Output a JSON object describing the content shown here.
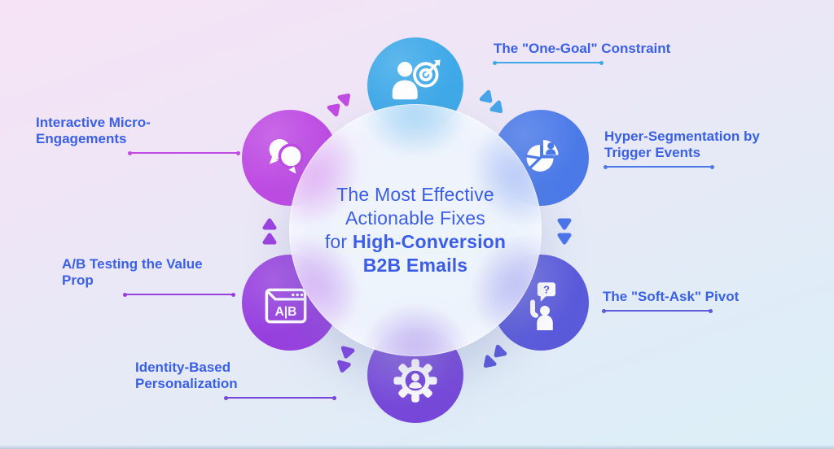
{
  "title": {
    "line1": "The Most Effective",
    "line2": "Actionable Fixes",
    "line3_normal": "for ",
    "line3_bold": "High-Conversion",
    "line4_bold": "B2B Emails"
  },
  "nodes": [
    {
      "id": "one-goal-constraint",
      "label": "The \"One-Goal\" Constraint",
      "icon": "person-target-icon",
      "color": "#3fa9e8"
    },
    {
      "id": "hyper-segmentation",
      "label": "Hyper-Segmentation by Trigger Events",
      "icon": "pie-chart-user-icon",
      "color": "#4b7ae8"
    },
    {
      "id": "soft-ask-pivot",
      "label": "The \"Soft-Ask\" Pivot",
      "icon": "raised-hand-question-icon",
      "color": "#5a5adb",
      "icon_text": "?"
    },
    {
      "id": "identity-personalization",
      "label": "Identity-Based Personalization",
      "icon": "gear-user-icon",
      "color": "#7747da"
    },
    {
      "id": "ab-testing-value-prop",
      "label": "A/B Testing the Value Prop",
      "icon": "ab-window-icon",
      "color": "#9740df",
      "icon_text": "A|B"
    },
    {
      "id": "interactive-micro-engagements",
      "label": "Interactive Micro-Engagements",
      "icon": "chat-bubbles-icon",
      "color": "#be4be3"
    }
  ],
  "decorations": [
    {
      "name": "chevrons-top-left",
      "color": "#c04be0"
    },
    {
      "name": "chevrons-top-right",
      "color": "#45a5e8"
    },
    {
      "name": "chevrons-right",
      "color": "#4a74e8"
    },
    {
      "name": "chevrons-bottom-right",
      "color": "#5b5bd8"
    },
    {
      "name": "chevrons-bottom-left",
      "color": "#7a4adb"
    },
    {
      "name": "chevrons-left",
      "color": "#9a44e0"
    }
  ],
  "colors": {
    "title_text": "#3b5de8",
    "label_text": "#3a60e4",
    "background_top": "#f6e4f6",
    "background_bottom": "#dceef7"
  }
}
